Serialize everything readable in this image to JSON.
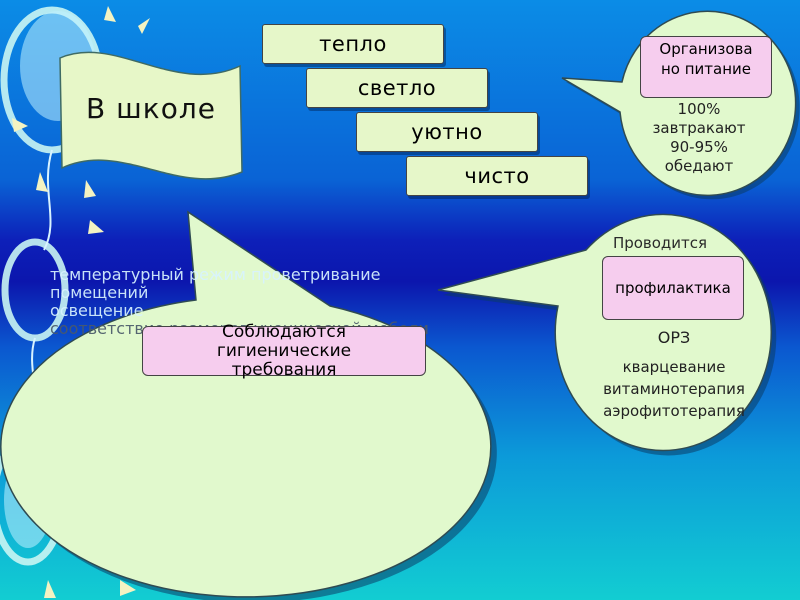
{
  "title": "В школе",
  "conditions": [
    "тепло",
    "светло",
    "уютно",
    "чисто"
  ],
  "nutrition": {
    "label": "Организовано питание",
    "lines": [
      "100%",
      "завтракают",
      "90-95%",
      "обедают"
    ]
  },
  "prevention": {
    "heading": "Проводится",
    "label": "профилактика",
    "subject": "ОРЗ",
    "lines": [
      "кварцевание",
      "витаминотерапия",
      "аэрофитотерапия"
    ]
  },
  "hygiene": {
    "label": "Соблюдаются гигиенические требования",
    "lines": [
      "температурный режим проветривание",
      "помещений",
      "освещение",
      "соответствие",
      "размеров ученической мебели"
    ]
  },
  "colors": {
    "bg_top": "#0a85e4",
    "bg_mid": "#0e1fb8",
    "bg_bottom": "#11c8cf",
    "bubble_fill": "#e1f9cd",
    "label_fill": "#f6cdee",
    "banner_fill": "#e7f7c8"
  }
}
